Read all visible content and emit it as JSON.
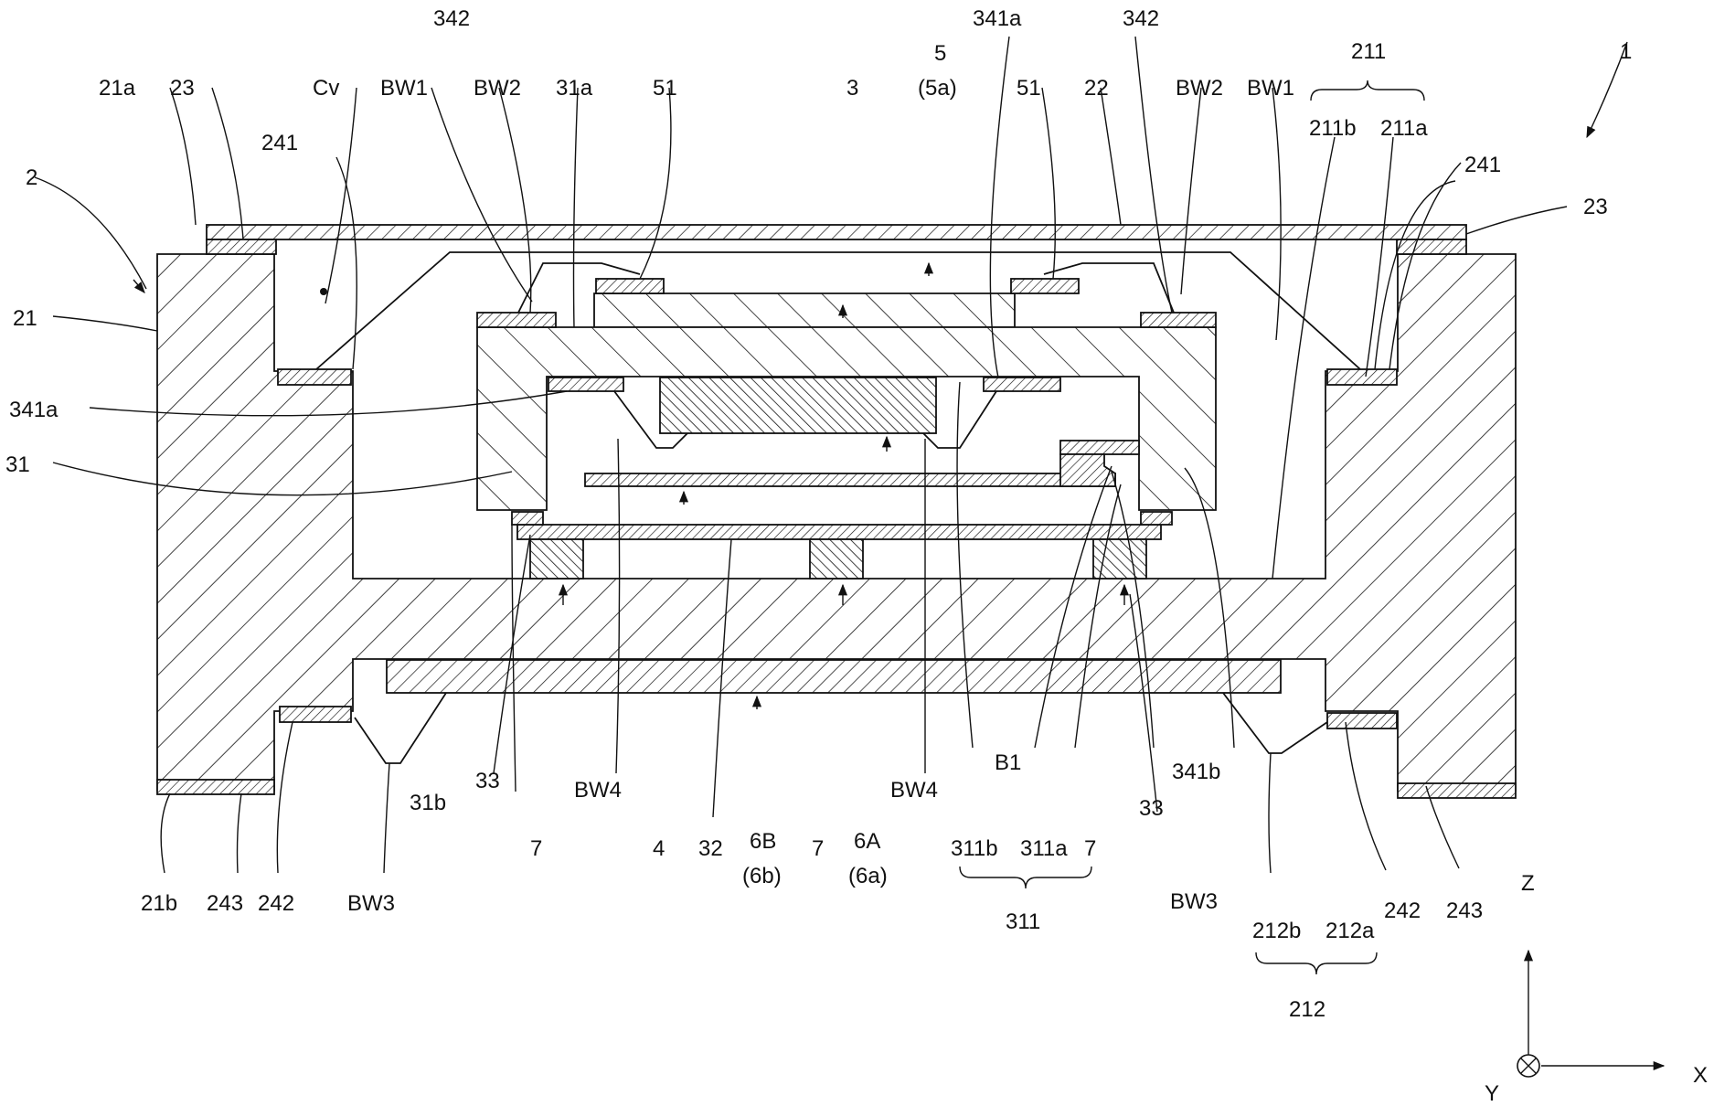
{
  "labels": {
    "l_342_left": "342",
    "l_341a_top": "341a",
    "l_342_right": "342",
    "l_5": "5",
    "l_5a": "(5a)",
    "l_211": "211",
    "l_1": "1",
    "l_21a": "21a",
    "l_23_left": "23",
    "l_Cv": "Cv",
    "l_BW1_left": "BW1",
    "l_BW2_left": "BW2",
    "l_31a": "31a",
    "l_51_left": "51",
    "l_3": "3",
    "l_51_right": "51",
    "l_22": "22",
    "l_BW2_right": "BW2",
    "l_BW1_right": "BW1",
    "l_211b": "211b",
    "l_211a": "211a",
    "l_241_left": "241",
    "l_241_right": "241",
    "l_2": "2",
    "l_23_right": "23",
    "l_21": "21",
    "l_341a_left": "341a",
    "l_31": "31",
    "l_B1": "B1",
    "l_341b": "341b",
    "l_31b": "31b",
    "l_33_left": "33",
    "l_BW4_left": "BW4",
    "l_BW4_right": "BW4",
    "l_33_right": "33",
    "l_7_a": "7",
    "l_4": "4",
    "l_32": "32",
    "l_6B": "6B",
    "l_6b": "(6b)",
    "l_7_b": "7",
    "l_6A": "6A",
    "l_6a": "(6a)",
    "l_311b": "311b",
    "l_311a": "311a",
    "l_7_c": "7",
    "l_311": "311",
    "l_21b": "21b",
    "l_243_left": "243",
    "l_242_left": "242",
    "l_BW3_left": "BW3",
    "l_BW3_right": "BW3",
    "l_212b": "212b",
    "l_212a": "212a",
    "l_242_right": "242",
    "l_243_right": "243",
    "l_212": "212",
    "l_Z": "Z",
    "l_X": "X",
    "l_Y": "Y"
  }
}
